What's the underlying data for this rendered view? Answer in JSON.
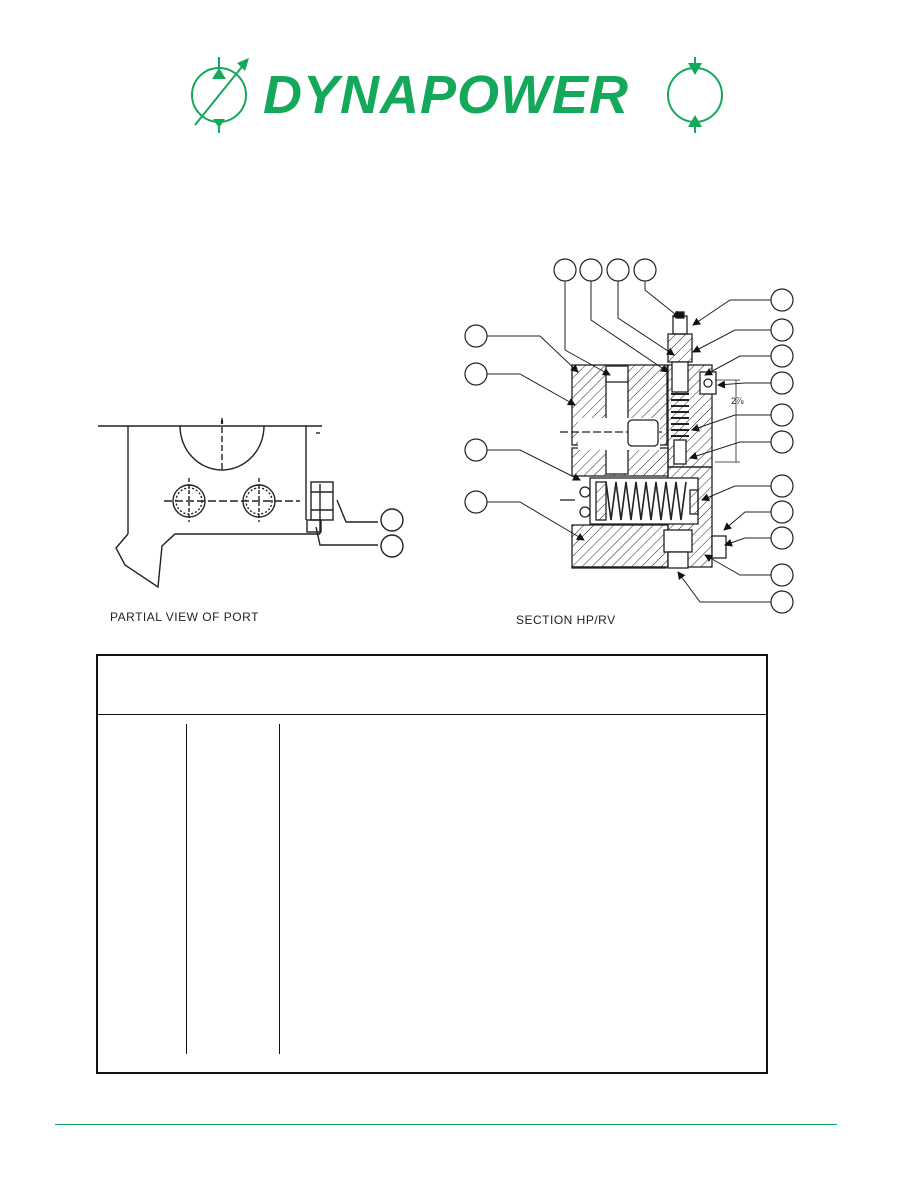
{
  "brand": {
    "name": "DYNAPOWER",
    "color": "#13a85a"
  },
  "captions": {
    "partial_view": "PARTIAL VIEW OF PORT",
    "section": "SECTION HP/RV"
  },
  "dimension_label": "2⅞",
  "icons": {
    "left_symbol": "variable-pump-icon",
    "right_symbol": "bidirectional-motor-icon"
  }
}
